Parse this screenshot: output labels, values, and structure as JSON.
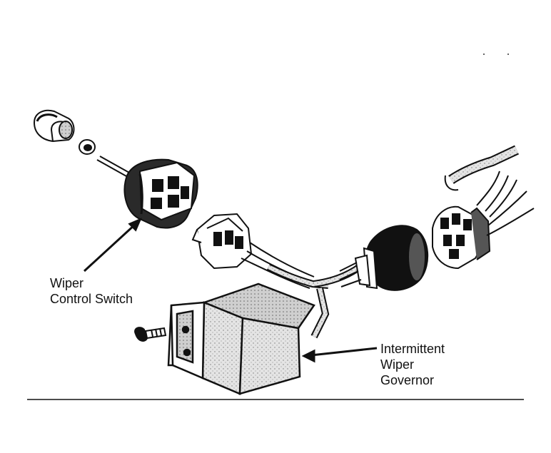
{
  "labels": {
    "wiper_control_switch": [
      "Wiper",
      "Control Switch"
    ],
    "intermittent_wiper_governor": [
      "Intermittent",
      "Wiper",
      "Governor"
    ]
  },
  "colors": {
    "ink": "#111111",
    "paper": "#ffffff",
    "shade": "#8a8a8a",
    "light_shade": "#c9c9c9"
  }
}
